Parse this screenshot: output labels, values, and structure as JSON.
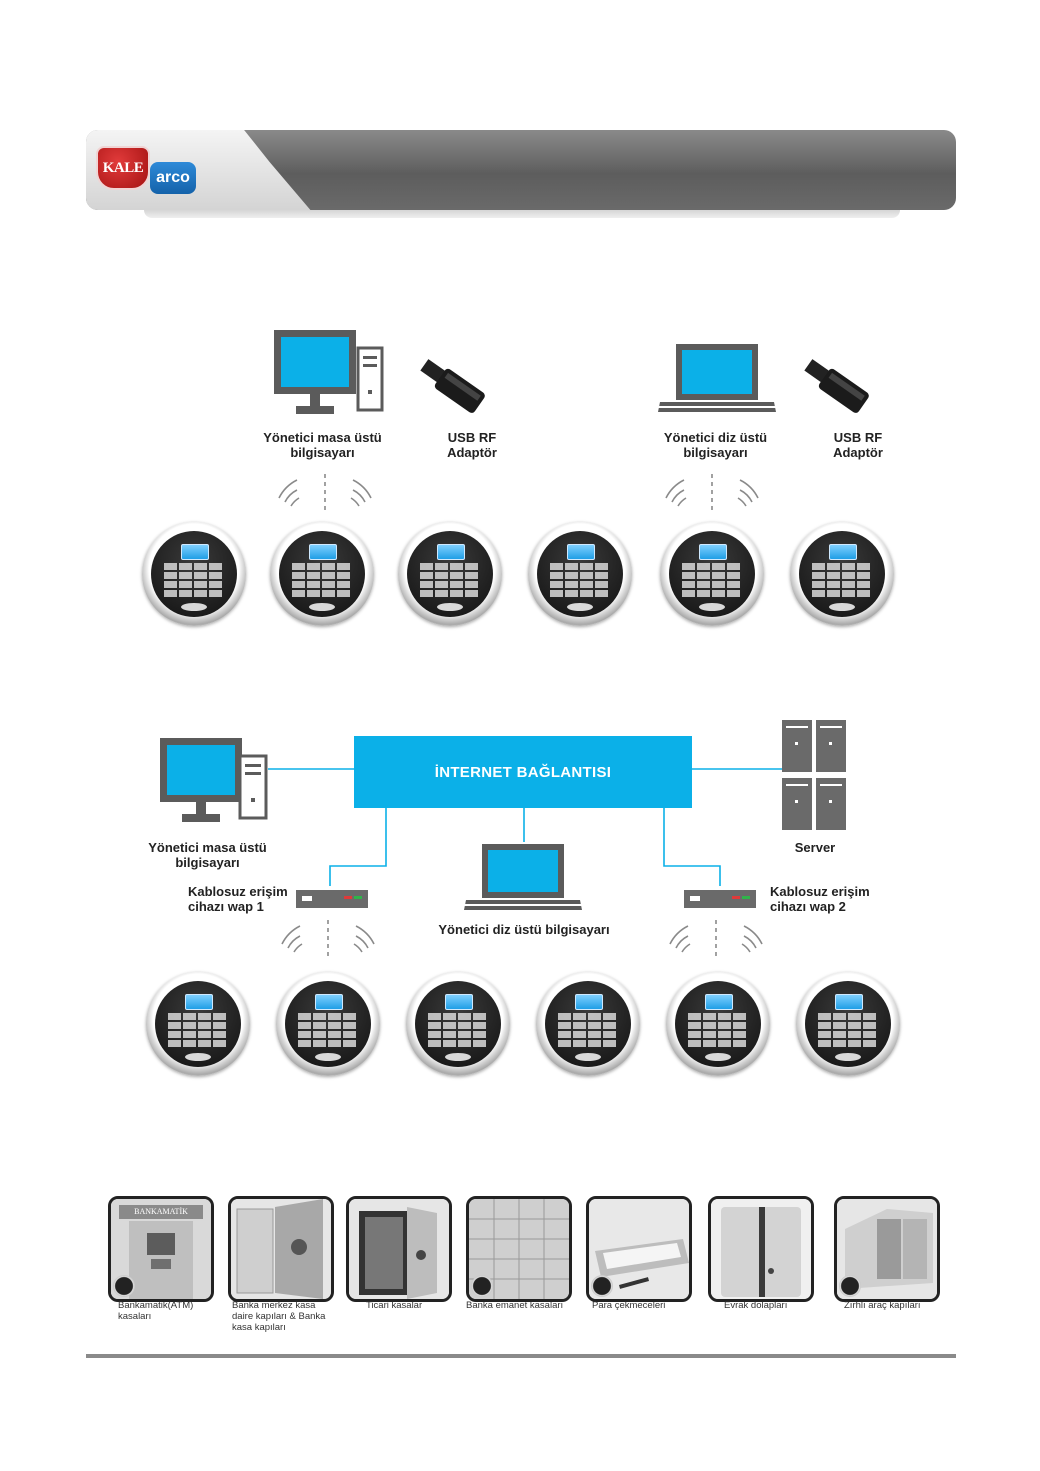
{
  "header": {
    "logo_kale": "KALE",
    "logo_arco": "arco"
  },
  "diagram1": {
    "desktop_label": "Yönetici masa üstü\nbilgisayarı",
    "usb1_label": "USB RF\nAdaptör",
    "laptop_label": "Yönetici diz üstü\nbilgisayarı",
    "usb2_label": "USB RF\nAdaptör"
  },
  "diagram2": {
    "internet_label": "İNTERNET BAĞLANTISI",
    "desktop_label": "Yönetici masa üstü\nbilgisayarı",
    "server_label": "Server",
    "wap1_label": "Kablosuz erişim\ncihazı wap 1",
    "wap2_label": "Kablosuz erişim\ncihazı wap 2",
    "laptop_label": "Yönetici diz üstü bilgisayarı"
  },
  "colors": {
    "accent_cyan": "#0bb0e8",
    "header_gray": "#6b6b6b",
    "rule_gray": "#8a8a8a"
  },
  "products": [
    {
      "caption": "Bankamatik(ATM)\nkasaları",
      "sign": "BANKAMATİK"
    },
    {
      "caption": "Banka merkez kasa\ndaire kapıları & Banka\nkasa kapıları"
    },
    {
      "caption": "Ticari kasalar"
    },
    {
      "caption": "Banka emanet kasaları"
    },
    {
      "caption": "Para çekmeceleri"
    },
    {
      "caption": "Evrak dolapları"
    },
    {
      "caption": "Zırhlı araç kapıları"
    }
  ]
}
